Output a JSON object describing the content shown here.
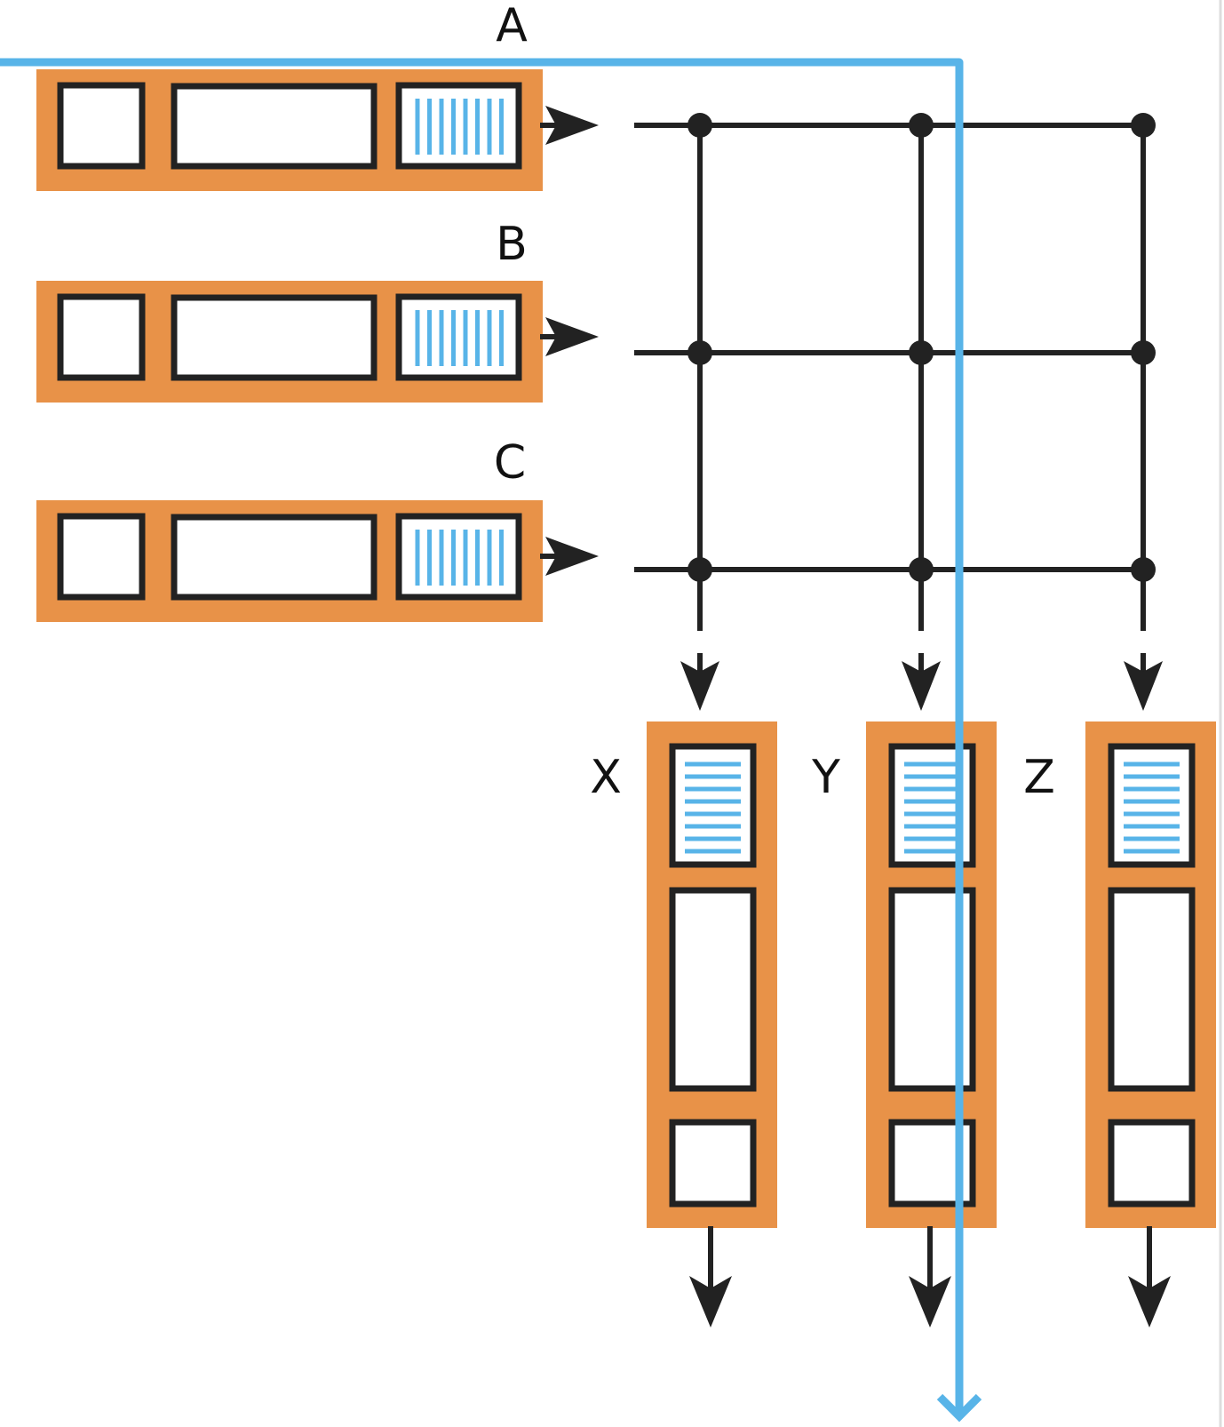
{
  "labels": {
    "rows": [
      "A",
      "B",
      "C"
    ],
    "columns": [
      "X",
      "Y",
      "Z"
    ]
  },
  "colors": {
    "block": "#e89248",
    "line": "#222222",
    "accent": "#58b4e8",
    "cell_fill": "#ffffff"
  }
}
